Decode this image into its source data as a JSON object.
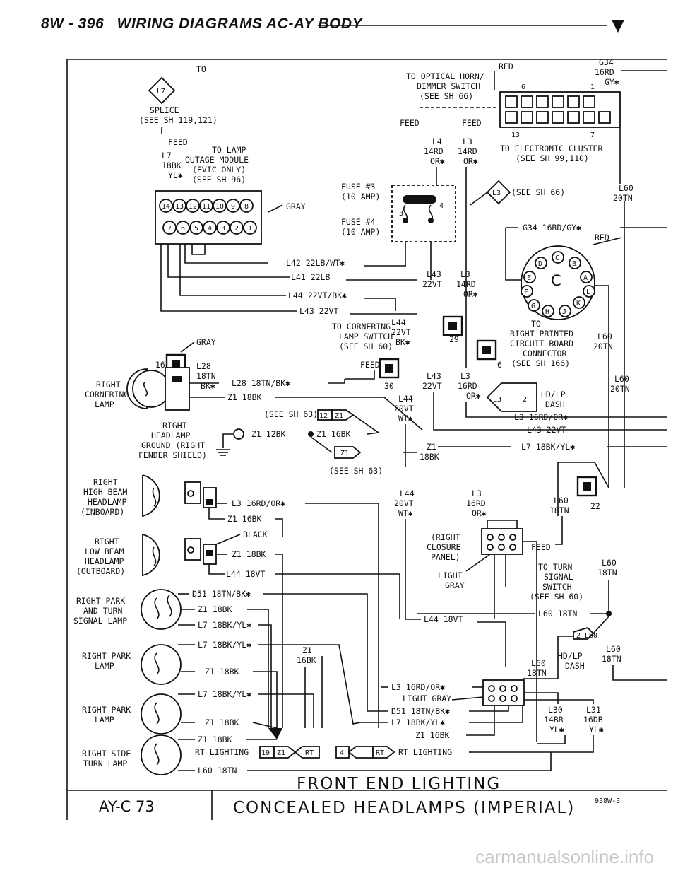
{
  "header": {
    "page_code": "8W - 396",
    "title": "WIRING DIAGRAMS AC-AY BODY",
    "marker": "▼"
  },
  "diagram": {
    "page_ref": "AY-C 73",
    "title_line1": "FRONT END LIGHTING",
    "title_line2": "CONCEALED HEADLAMPS (IMPERIAL)",
    "figure_no": "938W-3"
  },
  "labels": {
    "to_top": "TO",
    "splice_id": "L7",
    "splice_label": "SPLICE",
    "splice_ref": "(SEE SH 119,121)",
    "feed": "FEED",
    "l7": "L7",
    "w_18bk": "18BK",
    "w_ylx": "YL✱",
    "lamp_out_1": "TO LAMP",
    "lamp_out_2": "OUTAGE MODULE",
    "lamp_out_3": "(EVIC ONLY)",
    "lamp_out_4": "(SEE SH 96)",
    "gray": "GRAY",
    "fuse3": "FUSE #3",
    "fuse3_amp": "(10 AMP)",
    "fuse4": "FUSE #4",
    "fuse4_amp": "(10 AMP)",
    "fuse_pin3": "3",
    "fuse_pin4": "4",
    "horn_1": "TO OPTICAL HORN/",
    "horn_2": "DIMMER SWITCH",
    "horn_3": "(SEE SH 66)",
    "l4": "L4",
    "l3": "L3",
    "w_14rd": "14RD",
    "w_orx": "OR✱",
    "red": "RED",
    "g34": "G34",
    "w_16rd": "16RD",
    "w_gyx": "GY✱",
    "pin6": "6",
    "pin1": "1",
    "pin13": "13",
    "pin7": "7",
    "cluster_1": "TO ELECTRONIC CLUSTER",
    "cluster_2": "(SEE SH 99,110)",
    "see_sh66": "(SEE SH 66)",
    "l60": "L60",
    "w_20tn": "20TN",
    "g34_wire": "G34 16RD/GY✱",
    "l42": "L42 22LB/WT✱",
    "l41": "L41 22LB",
    "l44_vt": "L44 22VT/BK✱",
    "l43_22vt": "L43 22VT",
    "l43": "L43",
    "w_22vt": "22VT",
    "cornering_1": "TO CORNERING",
    "cornering_2": "LAMP SWITCH",
    "cornering_3": "(SEE SH 60)",
    "l44": "L44",
    "w_bkx": "BK✱",
    "n29": "29",
    "n30": "30",
    "n6": "6",
    "n16": "16",
    "n22": "22",
    "pcb_1": "TO",
    "pcb_2": "RIGHT PRINTED",
    "pcb_3": "CIRCUIT BOARD",
    "pcb_4": "CONNECTOR",
    "pcb_5": "(SEE SH 166)",
    "w_16rd_b": "16RD",
    "l28": "L28",
    "w_18tn": "18TN",
    "l28_wire": "L28 18TN/BK✱",
    "right_cornering_1": "RIGHT",
    "right_cornering_2": "CORNERING",
    "right_cornering_3": "LAMP",
    "z1_18bk": "Z1 18BK",
    "hd_lp": "HD/LP",
    "dash": "DASH",
    "l3_16rd_orx": "L3 16RD/OR✱",
    "l43_22vt_b": "L43 22VT",
    "l7_18bk_ylx": "L7 18BK/YL✱",
    "w_20vt": "20VT",
    "w_wtx": "WT✱",
    "see_sh63": "(SEE SH 63)",
    "rh_ground_1": "RIGHT",
    "rh_ground_2": "HEADLAMP",
    "rh_ground_3": "GROUND (RIGHT",
    "rh_ground_4": "FENDER SHIELD)",
    "z1_12bk": "Z1 12BK",
    "z1_16bk": "Z1 16BK",
    "z1": "Z1",
    "w_16bk": "16BK",
    "right_hb_1": "RIGHT",
    "right_hb_2": "HIGH BEAM",
    "right_hb_3": "HEADLAMP",
    "right_hb_4": "(INBOARD)",
    "right_lb_1": "RIGHT",
    "right_lb_2": "LOW BEAM",
    "right_lb_3": "HEADLAMP",
    "right_lb_4": "(OUTBOARD)",
    "black": "BLACK",
    "l44_18vt": "L44 18VT",
    "w_18tn_b": "18TN",
    "closure_1": "(RIGHT",
    "closure_2": "CLOSURE",
    "closure_3": "PANEL)",
    "light_gray_1": "LIGHT",
    "light_gray_2": "GRAY",
    "turn_sw_1": "TO TURN",
    "turn_sw_2": "SIGNAL",
    "turn_sw_3": "SWITCH",
    "turn_sw_4": "(SEE SH 60)",
    "l60_18tn": "L60 18TN",
    "right_park_turn_1": "RIGHT PARK",
    "right_park_turn_2": "AND TURN",
    "right_park_turn_3": "SIGNAL LAMP",
    "d51": "D51 18TN/BK✱",
    "right_park_1": "RIGHT PARK",
    "right_park_2": "LAMP",
    "right_side_1": "RIGHT SIDE",
    "right_side_2": "TURN LAMP",
    "rt_lighting": "RT LIGHTING",
    "n19": "19",
    "n4": "4",
    "rt": "RT",
    "l3_16rd_orx_b": "L3 16RD/OR✱",
    "light_gray_conn": "LIGHT GRAY",
    "d51_b": "D51 18TN/BK✱",
    "l7_b": "L7 18BK/YL✱",
    "z1_16bk_b": "Z1 16BK",
    "l30": "L30",
    "l31": "L31",
    "w_14br": "14BR",
    "w_16db": "16DB",
    "z1_18bk_b": "Z1 18BK",
    "l60_18tn_b": "L60 18TN",
    "conn_2": "2",
    "conn_l60": "L60",
    "conn_l3": "L3",
    "conn_z1": "Z1",
    "conn_12": "12"
  },
  "connector_pins": {
    "top_row": [
      "14",
      "13",
      "12",
      "11",
      "10",
      "9",
      "8"
    ],
    "bottom_row": [
      "7",
      "6",
      "5",
      "4",
      "3",
      "2",
      "1"
    ],
    "round_connector": [
      "D",
      "C",
      "B",
      "A",
      "E",
      "F",
      "L",
      "K",
      "G",
      "H",
      "J"
    ]
  },
  "footer": {
    "watermark": "carmanualsonline.info"
  }
}
